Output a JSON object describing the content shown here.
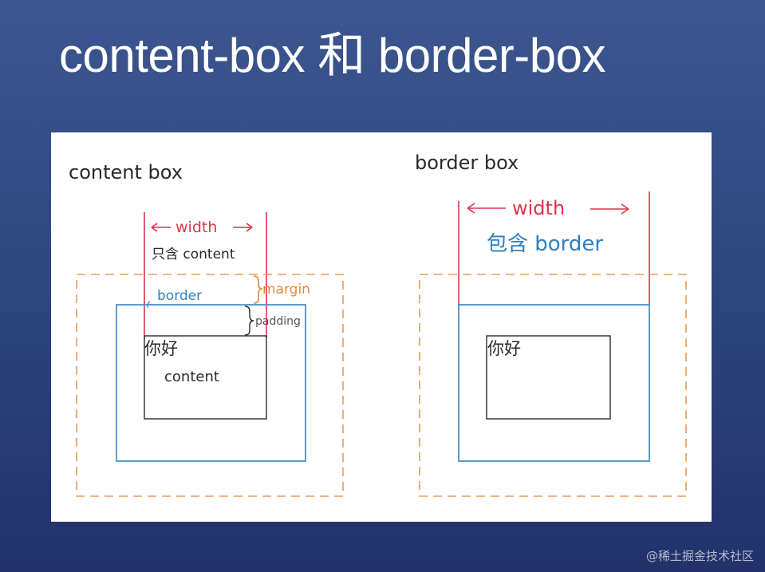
{
  "slide": {
    "title": "content-box 和 border-box"
  },
  "left_diagram": {
    "heading": "content box",
    "width_label": "width",
    "width_note": "只含 content",
    "border_label": "border",
    "margin_label": "margin",
    "padding_label": "padding",
    "content_text": "你好",
    "content_label": "content"
  },
  "right_diagram": {
    "heading": "border box",
    "width_label": "width",
    "width_note": "包含 border",
    "content_text": "你好"
  },
  "colors": {
    "width_arrow": "#d9364b",
    "border_line": "#4b92c8",
    "border_note": "#2f7fc0",
    "margin_line": "#e89b55",
    "margin_label": "#e08a3a",
    "ink": "#2a2a2a",
    "padding_label": "#555555"
  },
  "watermark": "@稀土掘金技术社区"
}
